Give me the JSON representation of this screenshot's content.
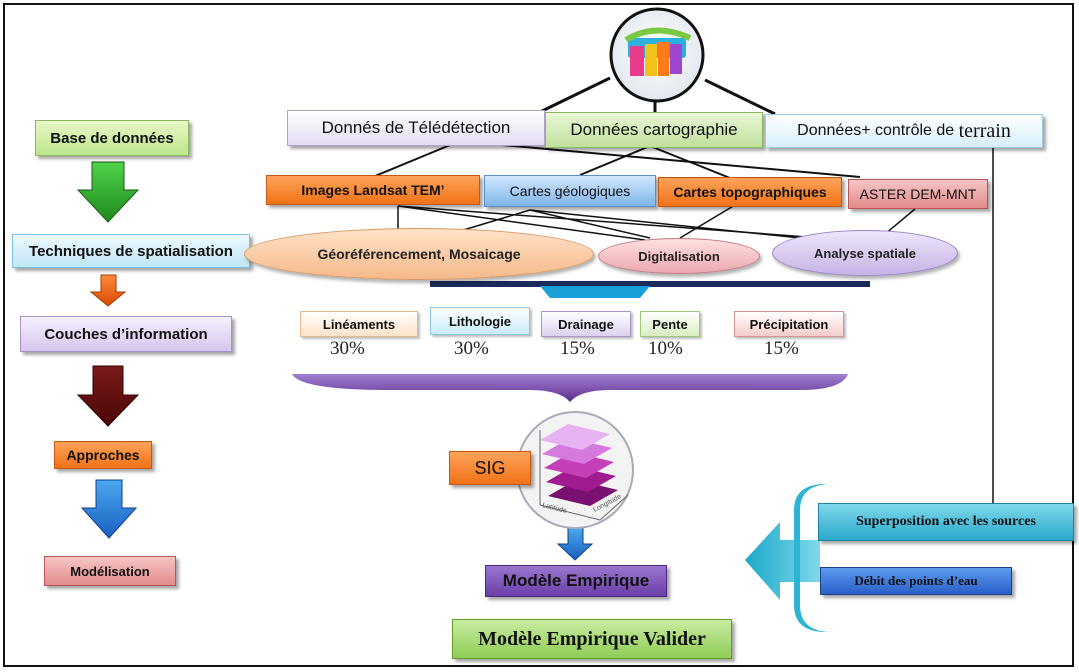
{
  "left_column": {
    "base": "Base de données",
    "techniques": "Techniques de spatialisation",
    "couches": "Couches d’information",
    "approches": "Approches",
    "modelisation": "Modélisation"
  },
  "sources": {
    "teledetection": "Donnés de Télédétection",
    "cartographie": "Données cartographie",
    "terrain_prefix": "Données+ contrôle de ",
    "terrain_word": "terrain"
  },
  "datasets": {
    "landsat": "Images Landsat TEM’",
    "geologiques": "Cartes géologiques",
    "topographiques": "Cartes topographiques",
    "aster": "ASTER DEM-MNT"
  },
  "processing": {
    "georef": "Géoréférencement, Mosaicage",
    "digitalisation": "Digitalisation",
    "analyse": "Analyse spatiale"
  },
  "factors": [
    {
      "label": "Linéaments",
      "weight": "30%"
    },
    {
      "label": "Lithologie",
      "weight": "30%"
    },
    {
      "label": "Drainage",
      "weight": "15%"
    },
    {
      "label": "Pente",
      "weight": "10%"
    },
    {
      "label": "Précipitation",
      "weight": "15%"
    }
  ],
  "sig": "SIG",
  "layers_axes": {
    "x": "Latitude",
    "y": "Longitude"
  },
  "modele": "Modèle Empirique",
  "modele_valider": "Modèle Empirique Valider",
  "validation": {
    "superposition": "Superposition avec les sources",
    "debit": "Débit des points d’eau"
  }
}
